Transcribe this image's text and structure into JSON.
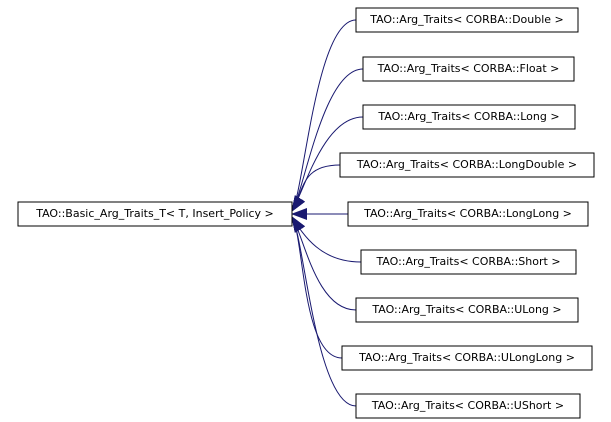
{
  "diagram": {
    "base_class": "TAO::Basic_Arg_Traits_T< T, Insert_Policy >",
    "derived_classes": [
      "TAO::Arg_Traits< CORBA::Double >",
      "TAO::Arg_Traits< CORBA::Float >",
      "TAO::Arg_Traits< CORBA::Long >",
      "TAO::Arg_Traits< CORBA::LongDouble >",
      "TAO::Arg_Traits< CORBA::LongLong >",
      "TAO::Arg_Traits< CORBA::Short >",
      "TAO::Arg_Traits< CORBA::ULong >",
      "TAO::Arg_Traits< CORBA::ULongLong >",
      "TAO::Arg_Traits< CORBA::UShort >"
    ],
    "relationship": "inheritance",
    "colors": {
      "edge": "#191970",
      "arrowhead": "#191970",
      "node_border": "#000000",
      "node_fill": "#ffffff"
    }
  }
}
